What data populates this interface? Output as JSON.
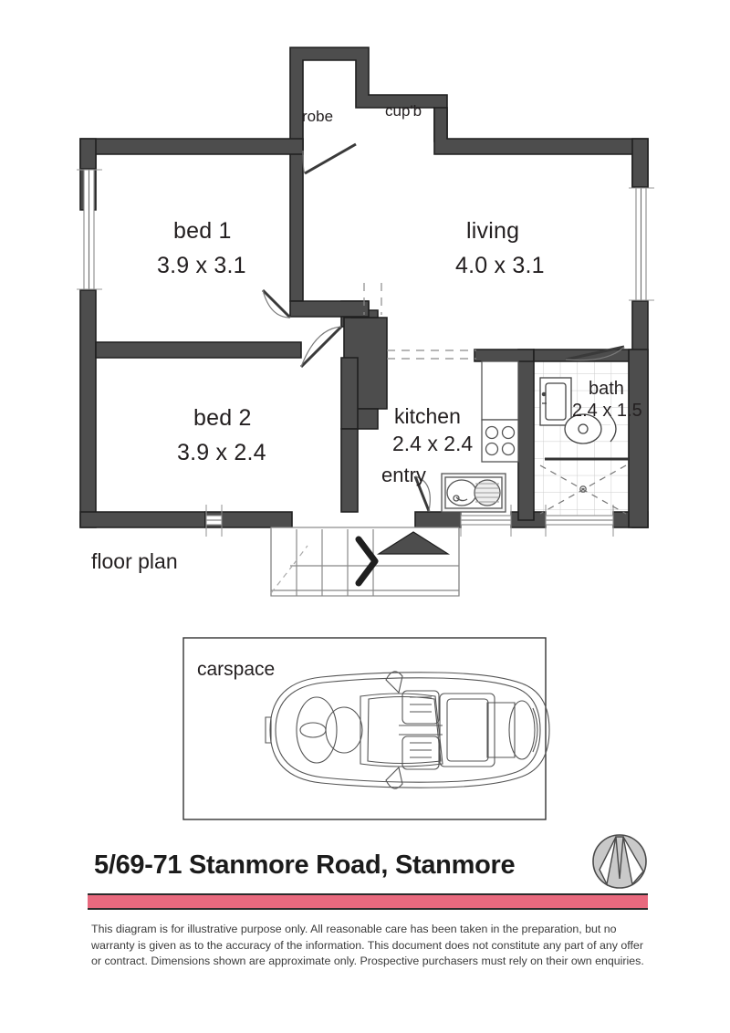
{
  "document": {
    "title": "5/69-71 Stanmore Road, Stanmore",
    "disclaimer": "This diagram is for illustrative purpose only. All reasonable care has been taken in the preparation, but no warranty is given as to the accuracy of the information. This document does not constitute any part of any offer or contract. Dimensions shown are approximate only. Prospective purchasers must rely on their own enquiries.",
    "accent_color": "#e8697e",
    "wall_color": "#4d4d4d",
    "logo_color": "#c9c9c9"
  },
  "sections": {
    "floor_plan_label": "floor plan",
    "carspace_label": "carspace"
  },
  "rooms": [
    {
      "name": "bed 1",
      "dimensions": "3.9 x 3.1"
    },
    {
      "name": "living",
      "dimensions": "4.0 x 3.1"
    },
    {
      "name": "bed 2",
      "dimensions": "3.9 x 2.4"
    },
    {
      "name": "kitchen",
      "dimensions": "2.4 x 2.4"
    },
    {
      "name": "bath",
      "dimensions": "2.4 x 1.5"
    }
  ],
  "annotations": {
    "robe": "robe",
    "cupboard": "cup'b",
    "entry": "entry"
  },
  "icons": {
    "logo": "compass-circle-logo",
    "stair_direction": "stair-arrow-icon",
    "entry_marker": "entry-triangle-icon",
    "car": "car-top-view-icon"
  }
}
